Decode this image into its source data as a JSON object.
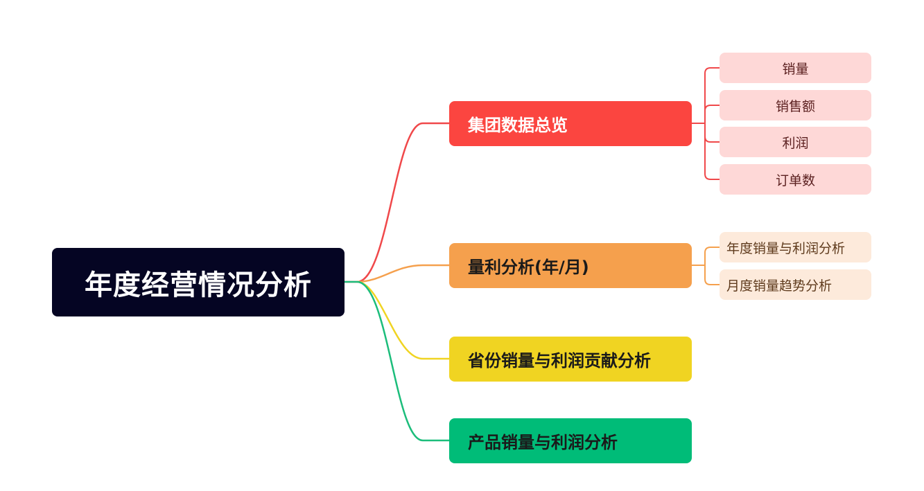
{
  "root": {
    "label": "年度经营情况分析"
  },
  "branches": [
    {
      "label": "集团数据总览",
      "color": "#fb4540",
      "children": [
        "销量",
        "销售额",
        "利润",
        "订单数"
      ]
    },
    {
      "label": "量利分析(年/月)",
      "color": "#f5a04d",
      "children": [
        "年度销量与利润分析",
        "月度销量趋势分析"
      ]
    },
    {
      "label": "省份销量与利润贡献分析",
      "color": "#f0d422",
      "children": []
    },
    {
      "label": "产品销量与利润分析",
      "color": "#00bc78",
      "children": []
    }
  ],
  "root_color": "#050523"
}
